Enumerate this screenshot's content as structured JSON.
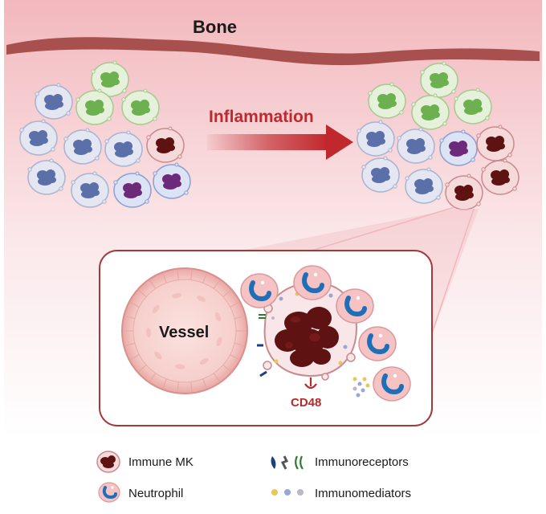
{
  "labels": {
    "bone": "Bone",
    "inflammation": "Inflammation",
    "vessel": "Vessel",
    "cd48": "CD48"
  },
  "legend": {
    "immune_mk": "Immune MK",
    "neutrophil": "Neutrophil",
    "immunoreceptors": "Immunoreceptors",
    "immunomediators": "Immunomediators"
  },
  "colors": {
    "bone_band": "#a8504d",
    "background_top": "#f4c4c7",
    "inflammation_arrow": "#c0282d",
    "frame_border": "#a33a3a",
    "green_cell": "#6db04f",
    "blue_cell": "#5b6fa8",
    "purple_cell": "#6d2a7a",
    "mk_nucleus": "#5e1212",
    "neutrophil_nucleus": "#1e6fb8",
    "neutrophil_body": "#f6c3c5"
  }
}
